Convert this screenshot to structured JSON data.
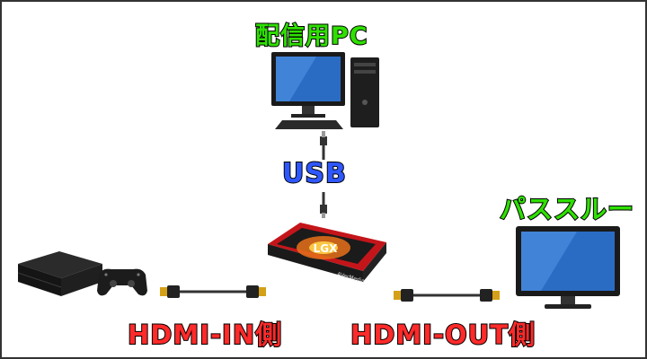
{
  "labels": {
    "pc": "配信用PC",
    "usb": "USB",
    "passthrough": "パススルー",
    "hdmi_in": "HDMI-IN側",
    "hdmi_out": "HDMI-OUT側"
  },
  "device_branding": {
    "capture_box_logo": "LGX",
    "capture_box_brand": "AVerMedia"
  },
  "colors": {
    "green_label": "#2fe000",
    "blue_label": "#2f57ff",
    "red_label": "#ff2a2a",
    "capture_red": "#d0161b"
  },
  "icons": [
    "desktop-pc-icon",
    "usb-cable-icon",
    "capture-box-icon",
    "console-icon",
    "controller-icon",
    "hdmi-cable-icon",
    "monitor-icon"
  ]
}
